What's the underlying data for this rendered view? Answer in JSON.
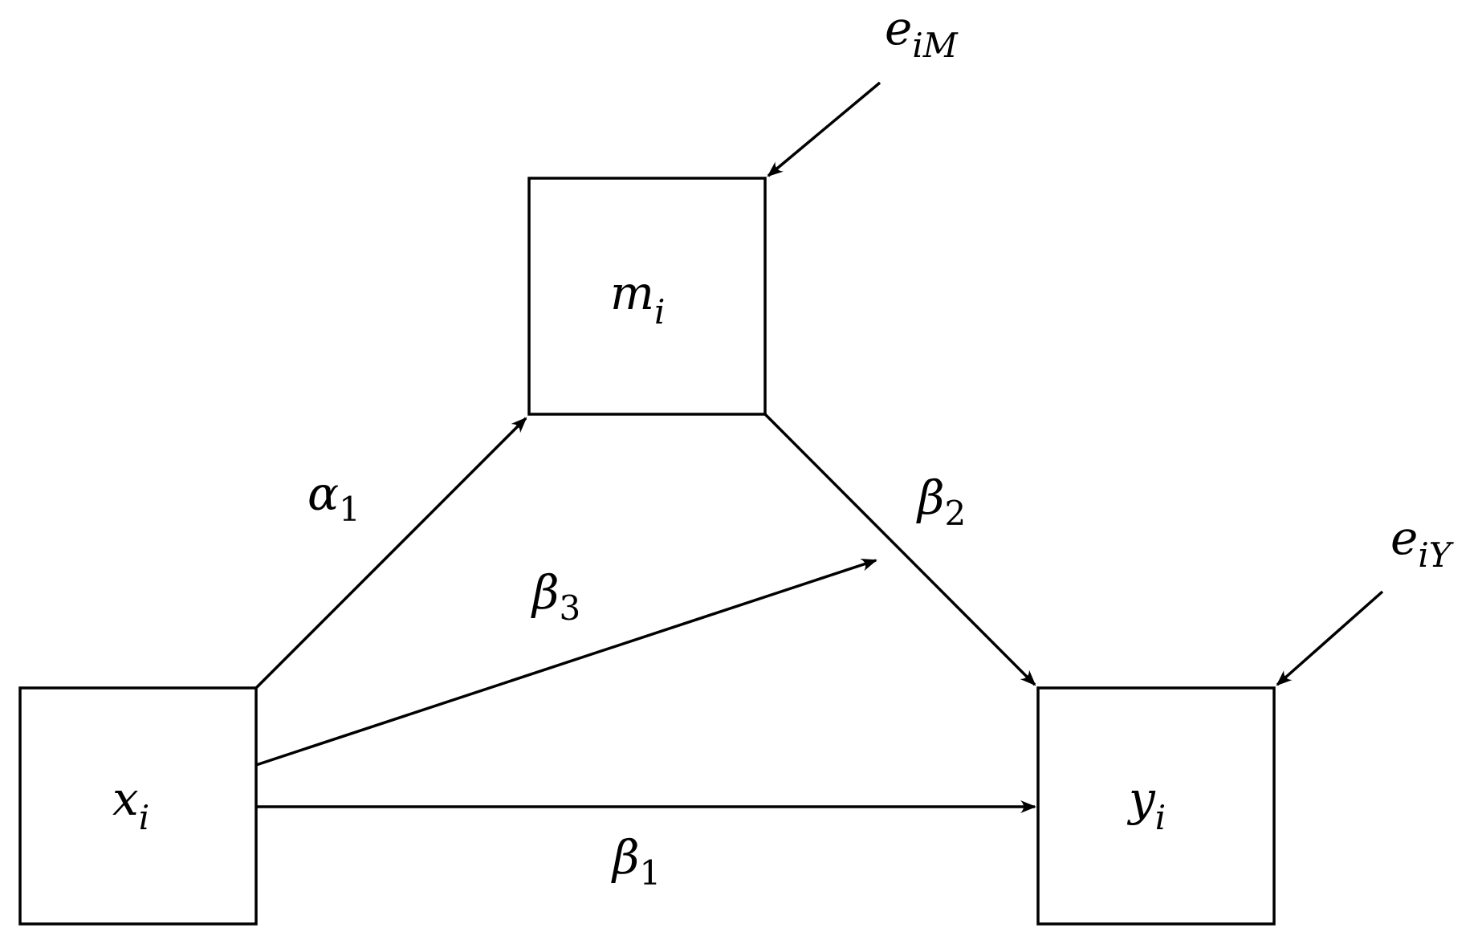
{
  "nodes": {
    "x": {
      "base": "x",
      "sub": "i"
    },
    "m": {
      "base": "m",
      "sub": "i"
    },
    "y": {
      "base": "y",
      "sub": "i"
    }
  },
  "errors": {
    "eM": {
      "base": "e",
      "sub": "iM"
    },
    "eY": {
      "base": "e",
      "sub": "iY"
    }
  },
  "paths": {
    "alpha1": {
      "base": "α",
      "sub": "1"
    },
    "beta2": {
      "base": "β",
      "sub": "2"
    },
    "beta3": {
      "base": "β",
      "sub": "3"
    },
    "beta1": {
      "base": "β",
      "sub": "1"
    }
  },
  "colors": {
    "stroke": "#000000",
    "background": "#ffffff"
  }
}
